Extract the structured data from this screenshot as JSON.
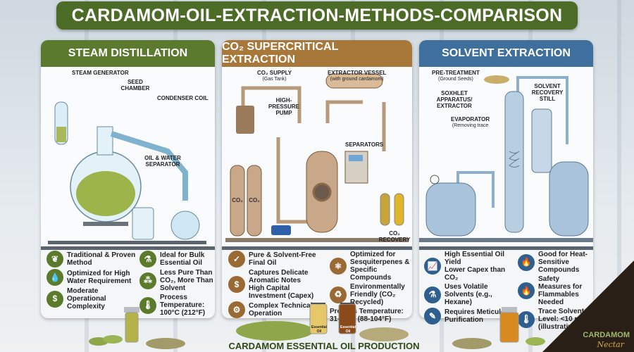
{
  "title": "CARDAMOM-OIL-EXTRACTION-METHODS-COMPARISON",
  "colors": {
    "title_bg": "#4c6b26",
    "steam": "#5c7a2e",
    "co2": "#a8783a",
    "solvent": "#3f6f9c",
    "steam_icon": "#5b7a2c",
    "co2_icon": "#9a6a34",
    "solvent_icon": "#2f5f8e"
  },
  "panels": {
    "steam": {
      "title": "STEAM DISTILLATION",
      "labels": [
        "STEAM GENERATOR",
        "SEED CHAMBER",
        "CONDENSER COIL",
        "OIL & WATER SEPARATOR"
      ],
      "features": [
        {
          "icon": "leaf-icon",
          "text": "Traditional & Proven Method"
        },
        {
          "icon": "flask-icon",
          "text": "Ideal for Bulk Essential Oil"
        },
        {
          "icon": "water-drop-icon",
          "text": "Optimized for High Water Requirement"
        },
        {
          "icon": "molecules-icon",
          "text": "Less Pure Than CO₂, More Than Solvent"
        },
        {
          "icon": "dollar-icon",
          "text": "Moderate Operational Complexity"
        },
        {
          "icon": "thermometer-icon",
          "text": "Process Temperature: 100°C (212°F)"
        }
      ]
    },
    "co2": {
      "title": "CO₂ SUPERCRITICAL EXTRACTION",
      "labels": [
        {
          "main": "CO₂ SUPPLY",
          "sub": "(Gas Tank)"
        },
        {
          "main": "EXTRACTOR VESSEL",
          "sub": "(with ground cardamom)"
        },
        {
          "main": "HIGH-PRESSURE PUMP"
        },
        {
          "main": "SEPARATORS"
        },
        {
          "main": "CO₂ RECOVERY"
        }
      ],
      "tank_label": "CO₂",
      "features": [
        {
          "icon": "shield-check-icon",
          "text": "Pure & Solvent-Free Final Oil"
        },
        {
          "icon": "atom-icon",
          "text": "Optimized for Sesquiterpenes & Specific Compounds"
        },
        {
          "icon": "money-bag-icon",
          "text": "Captures Delicate Aromatic Notes\nHigh Capital Investment (Capex)"
        },
        {
          "icon": "recycle-icon",
          "text": "Environmentally Friendly (CO₂ Recycled)"
        },
        {
          "icon": "gear-icon",
          "text": "Complex Technical Operation"
        },
        {
          "icon": "none",
          "text": "Process Temperature: 31-40°C (88-104°F)"
        }
      ],
      "bottle_label": "Essential Oil"
    },
    "solvent": {
      "title": "SOLVENT EXTRACTION",
      "labels": [
        {
          "main": "PRE-TREATMENT",
          "sub": "(Ground Seeds)"
        },
        {
          "main": "SOXHLET APPARATUS/ EXTRACTOR"
        },
        {
          "main": "EVAPORATOR",
          "sub": "(Removing trace"
        },
        {
          "main": "SOLVENT RECOVERY STILL"
        }
      ],
      "features": [
        {
          "icon": "chart-up-icon",
          "text": "High Essential Oil Yield\nLower Capex than CO₂"
        },
        {
          "icon": "flame-icon",
          "text": "Good for Heat-Sensitive Compounds"
        },
        {
          "icon": "beaker-icon",
          "text": "Uses Volatile Solvents (e.g., Hexane)"
        },
        {
          "icon": "flame-icon",
          "text": "Safety Measures for Flammables Needed"
        },
        {
          "icon": "checklist-icon",
          "text": "Requires Meticulous Purification"
        },
        {
          "icon": "thermometer-icon",
          "text": "Trace Solvent Level: <10 ppm (illustrative)"
        }
      ]
    }
  },
  "bottom_caption": "CARDAMOM ESSENTIAL OIL PRODUCTION",
  "logo": {
    "line1": "CARDAMOM",
    "line2": "Nectar"
  }
}
